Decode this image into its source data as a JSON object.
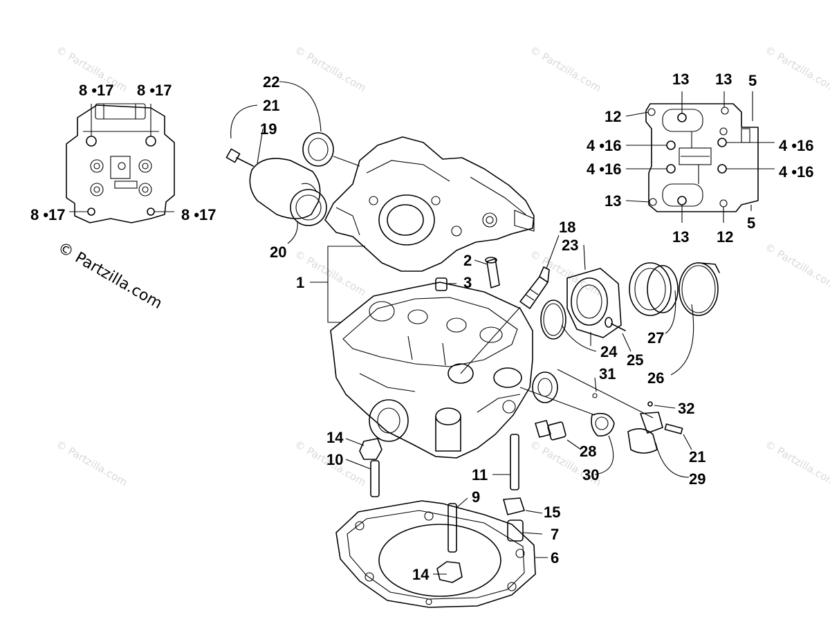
{
  "watermark": {
    "main": "© Partzilla.com",
    "tile": "© Partzilla.com"
  },
  "callouts": {
    "c1": "1",
    "c2": "2",
    "c3": "3",
    "c5a": "5",
    "c5b": "5",
    "c6": "6",
    "c7": "7",
    "c9": "9",
    "c10": "10",
    "c11": "11",
    "c12a": "12",
    "c12b": "12",
    "c13a": "13",
    "c13b": "13",
    "c13c": "13",
    "c13d": "13",
    "c14a": "14",
    "c14b": "14",
    "c15": "15",
    "c18": "18",
    "c19": "19",
    "c20": "20",
    "c21a": "21",
    "c21b": "21",
    "c22": "22",
    "c23": "23",
    "c24": "24",
    "c25": "25",
    "c26": "26",
    "c27": "27",
    "c28": "28",
    "c29": "29",
    "c30": "30",
    "c31": "31",
    "c32": "32",
    "c416a": "4 •16",
    "c416b": "4 •16",
    "c416c": "4 •16",
    "c416d": "4 •16",
    "c817a": "8 •17",
    "c817b": "8 •17",
    "c817c": "8 •17",
    "c817d": "8 •17"
  }
}
